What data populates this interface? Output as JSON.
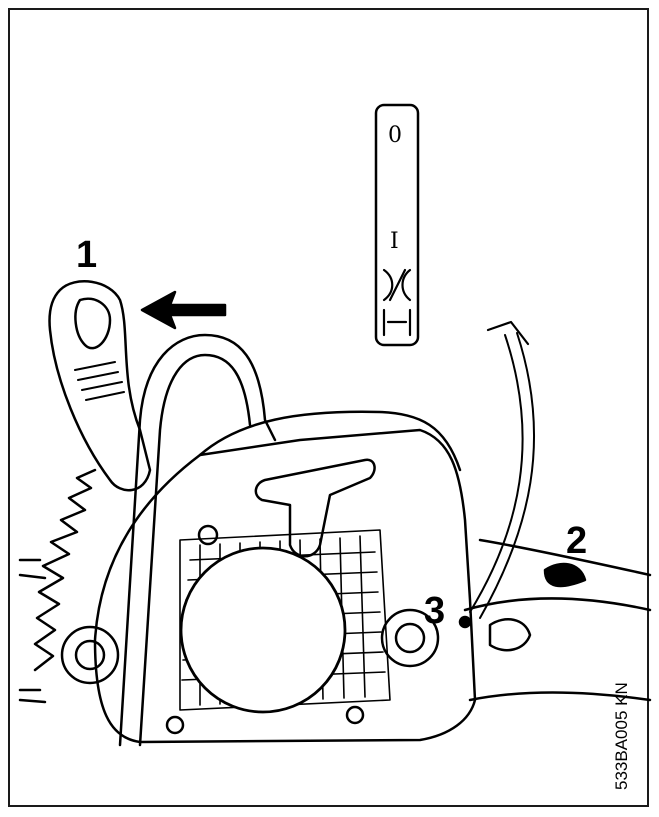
{
  "figure_code": "533BA005 KN",
  "callouts": {
    "one": "1",
    "two": "2",
    "three": "3"
  },
  "selector": {
    "stop_symbol": "0",
    "run_symbol": "I"
  },
  "colors": {
    "line": "#000000",
    "background": "#ffffff"
  }
}
